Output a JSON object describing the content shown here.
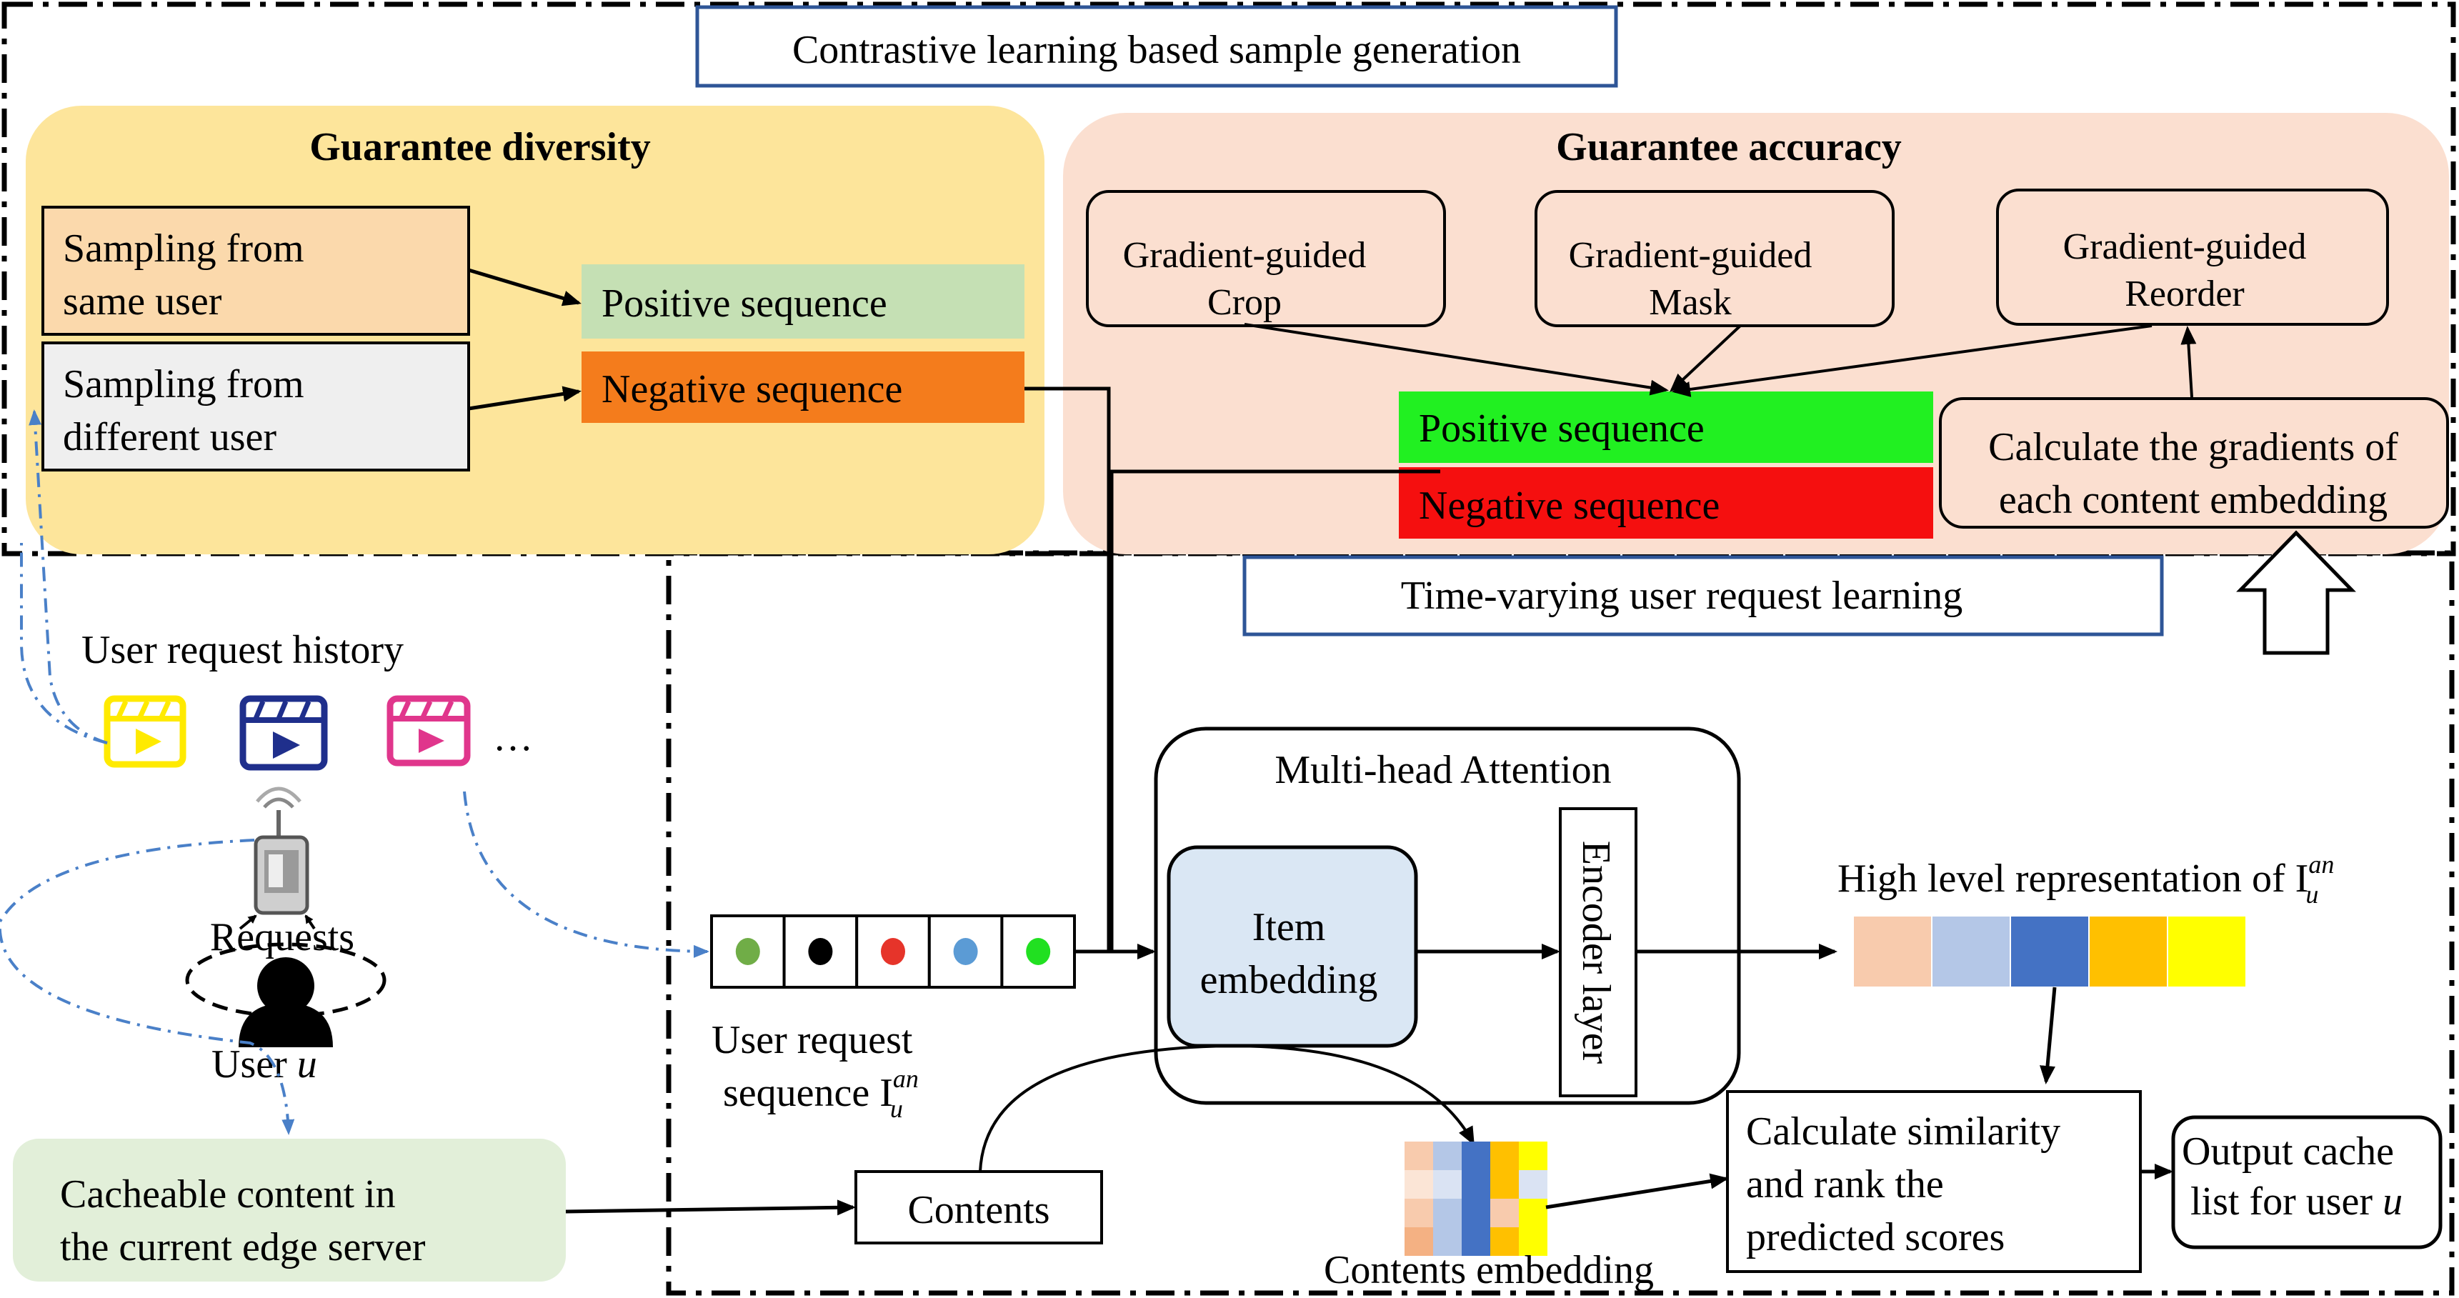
{
  "top_section": {
    "title": "Contrastive learning based sample generation",
    "diversity_panel": {
      "title": "Guarantee diversity",
      "same_user_line1": "Sampling from",
      "same_user_line2": "same user",
      "diff_user_line1": "Sampling from",
      "diff_user_line2": "different user",
      "positive": "Positive sequence",
      "negative": "Negative sequence"
    },
    "accuracy_panel": {
      "title": "Guarantee accuracy",
      "crop_line1": "Gradient-guided",
      "crop_line2": "Crop",
      "mask_line1": "Gradient-guided",
      "mask_line2": "Mask",
      "reorder_line1": "Gradient-guided",
      "reorder_line2": "Reorder",
      "positive": "Positive sequence",
      "negative": "Negative sequence",
      "gradients_line1": "Calculate the gradients of",
      "gradients_line2": "each content embedding"
    }
  },
  "bottom_section": {
    "title": "Time-varying user request learning",
    "history_label": "User request history",
    "ellipsis": "…",
    "requests_label": "Requests",
    "user_label": "User ",
    "user_var": "u",
    "cacheable_line1": "Cacheable content in",
    "cacheable_line2": "the current edge server",
    "sequence_label_line1": "User request",
    "sequence_label_line2": "sequence I",
    "sequence_sub": "u",
    "sequence_sup": "an",
    "attention_title": "Multi-head Attention",
    "item_embedding_line1": "Item",
    "item_embedding_line2": "embedding",
    "encoder_label": "Encoder layer",
    "high_level_label": "High level representation of I",
    "high_level_sub": "u",
    "high_level_sup": "an",
    "contents_label": "Contents",
    "contents_embedding_label": "Contents embedding",
    "similarity_line1": "Calculate similarity",
    "similarity_line2": "and rank the",
    "similarity_line3": "predicted scores",
    "output_line1": "Output cache",
    "output_line2": "list for user ",
    "output_var": "u"
  },
  "colors": {
    "diversity_bg": "#fde59b",
    "accuracy_bg": "#fbdfd0",
    "same_user_fill": "#fbd9ac",
    "diff_user_fill": "#efefef",
    "positive_light": "#c5e0b4",
    "negative_orange": "#f47c1c",
    "positive_green": "#21f021",
    "negative_red": "#f50f0f",
    "cacheable_fill": "#e2efd9",
    "item_embedding_fill": "#dae7f4",
    "title_border": "#2e5597",
    "dashed_arrow": "#4a80c8"
  },
  "sequence_dots": [
    "#70ad47",
    "#000000",
    "#e6342a",
    "#5b9bd5",
    "#21e021"
  ],
  "high_level_colors": [
    "#f8cbad",
    "#b4c7e7",
    "#4472c4",
    "#ffc000",
    "#ffff00"
  ],
  "contents_embedding_grid": [
    [
      "#f8cbad",
      "#b4c7e7",
      "#4472c4",
      "#ffc000",
      "#ffff00"
    ],
    [
      "#fbe5d6",
      "#dae3f3",
      "#4472c4",
      "#ffc000",
      "#dae3f3"
    ],
    [
      "#f8cbad",
      "#b4c7e7",
      "#4472c4",
      "#f8cbad",
      "#ffff00"
    ],
    [
      "#f4b183",
      "#b4c7e7",
      "#4472c4",
      "#ffc000",
      "#ffff00"
    ]
  ],
  "history_icon_colors": [
    "#ffea00",
    "#1f2f8c",
    "#e0368c"
  ]
}
